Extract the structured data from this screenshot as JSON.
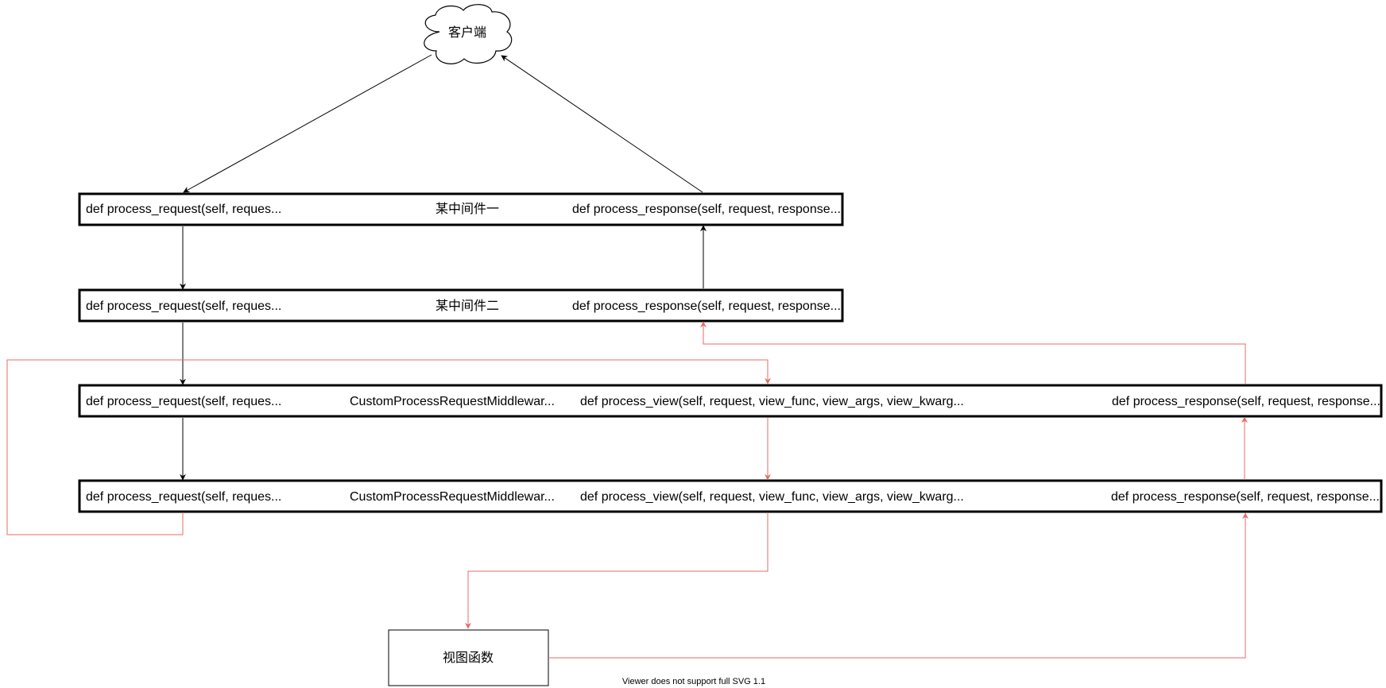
{
  "colors": {
    "black": "#000000",
    "red": "#ea6b66",
    "background": "#ffffff"
  },
  "client": {
    "label": "客户端",
    "shape": "cloud"
  },
  "rows": [
    {
      "id": "row1",
      "cells": [
        "def process_request(self, reques...",
        "某中间件一",
        "def process_response(self, request, response..."
      ]
    },
    {
      "id": "row2",
      "cells": [
        "def process_request(self, reques...",
        "某中间件二",
        "def process_response(self, request, response..."
      ]
    },
    {
      "id": "row3",
      "cells": [
        "def process_request(self, reques...",
        "CustomProcessRequestMiddlewar...",
        "def process_view(self, request, view_func, view_args, view_kwarg...",
        "def process_response(self, request, response..."
      ]
    },
    {
      "id": "row4",
      "cells": [
        "def process_request(self, reques...",
        "CustomProcessRequestMiddlewar...",
        "def process_view(self, request, view_func, view_args, view_kwarg...",
        "def process_response(self, request, response..."
      ]
    }
  ],
  "view": {
    "label": "视图函数"
  },
  "footer": {
    "text": "Viewer does not support full SVG 1.1"
  }
}
